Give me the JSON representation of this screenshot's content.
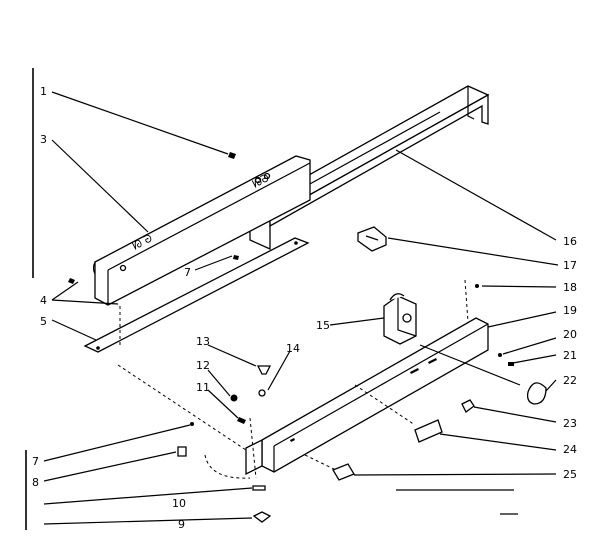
{
  "callouts": {
    "c1": "1",
    "c3": "3",
    "c4": "4",
    "c5": "5",
    "c7a": "7",
    "c7b": "7",
    "c8": "8",
    "c9": "9",
    "c10": "10",
    "c11": "11",
    "c12": "12",
    "c13": "13",
    "c14": "14",
    "c15": "15",
    "c16": "16",
    "c17": "17",
    "c18": "18",
    "c19": "19",
    "c20": "20",
    "c21": "21",
    "c22": "22",
    "c23": "23",
    "c24": "24",
    "c25": "25"
  },
  "colors": {
    "ink": "#000000",
    "paper": "#ffffff"
  }
}
